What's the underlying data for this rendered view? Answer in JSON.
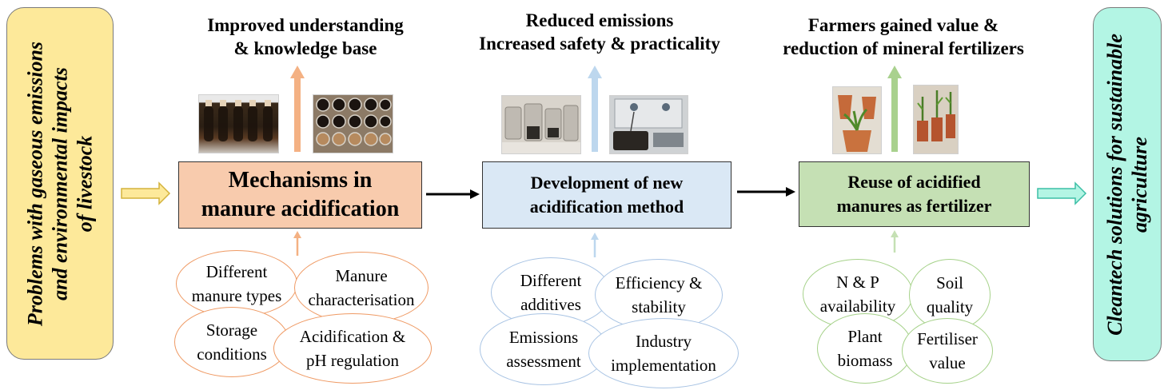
{
  "left_box": {
    "lines": [
      "Problems with gaseous emissions",
      "and environmental impacts",
      "of livestock"
    ],
    "fill": "#fde99a"
  },
  "right_box": {
    "lines": [
      "Cleantech solutions for sustainable",
      "agriculture"
    ],
    "fill": "#b3f5e4"
  },
  "stages": [
    {
      "id": "mechanisms",
      "heading": [
        "Improved understanding",
        "& knowledge base"
      ],
      "box": [
        "Mechanisms in",
        "manure acidification"
      ],
      "fill": "#f8cbad",
      "accent": "#f4b183",
      "photos": [
        "manure-tubes-photo",
        "sample-cups-photo"
      ],
      "factors": [
        [
          "Different",
          "manure types"
        ],
        [
          "Manure",
          "characterisation"
        ],
        [
          "Storage",
          "conditions"
        ],
        [
          "Acidification &",
          "pH regulation"
        ]
      ]
    },
    {
      "id": "development",
      "heading": [
        "Reduced emissions",
        "Increased safety & practicality"
      ],
      "box": [
        "Development of new",
        "acidification method"
      ],
      "fill": "#dae8f5",
      "accent": "#bdd7ee",
      "photos": [
        "glass-jars-photo",
        "lab-setup-photo"
      ],
      "factors": [
        [
          "Different",
          "additives"
        ],
        [
          "Efficiency &",
          "stability"
        ],
        [
          "Emissions",
          "assessment"
        ],
        [
          "Industry",
          "implementation"
        ]
      ]
    },
    {
      "id": "reuse",
      "heading": [
        "Farmers gained value &",
        "reduction of mineral fertilizers"
      ],
      "box": [
        "Reuse of acidified",
        "manures as fertilizer"
      ],
      "fill": "#c5e0b4",
      "accent": "#a9d18e",
      "photos": [
        "potted-plant-photo",
        "greenhouse-pots-photo"
      ],
      "factors": [
        [
          "N & P",
          "availability"
        ],
        [
          "Soil",
          "quality"
        ],
        [
          "Plant",
          "biomass"
        ],
        [
          "Fertiliser",
          "value"
        ]
      ]
    }
  ]
}
